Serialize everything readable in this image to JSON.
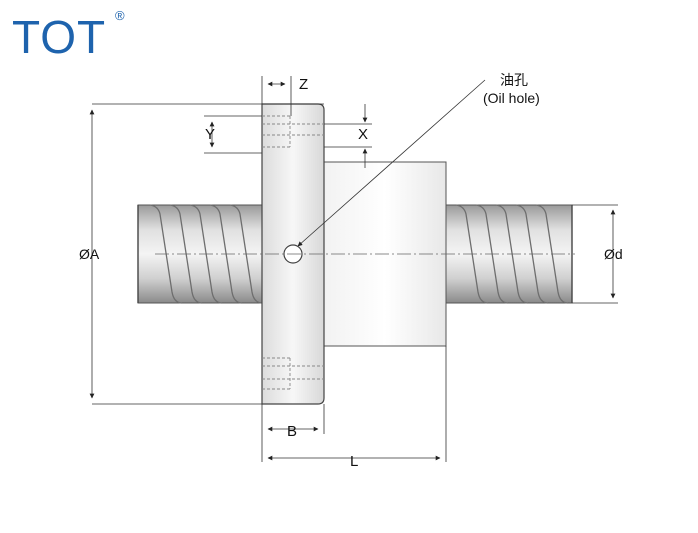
{
  "brand": {
    "logo_text": "TOT",
    "registered_mark": "®",
    "color": "#1e63ad"
  },
  "labels": {
    "z": "Z",
    "y": "Y",
    "x": "X",
    "oil_hole_cn": "油孔",
    "oil_hole_en": "(Oil hole)",
    "dia_a": "ØA",
    "dia_d": "Ød",
    "b": "B",
    "l": "L"
  }
}
